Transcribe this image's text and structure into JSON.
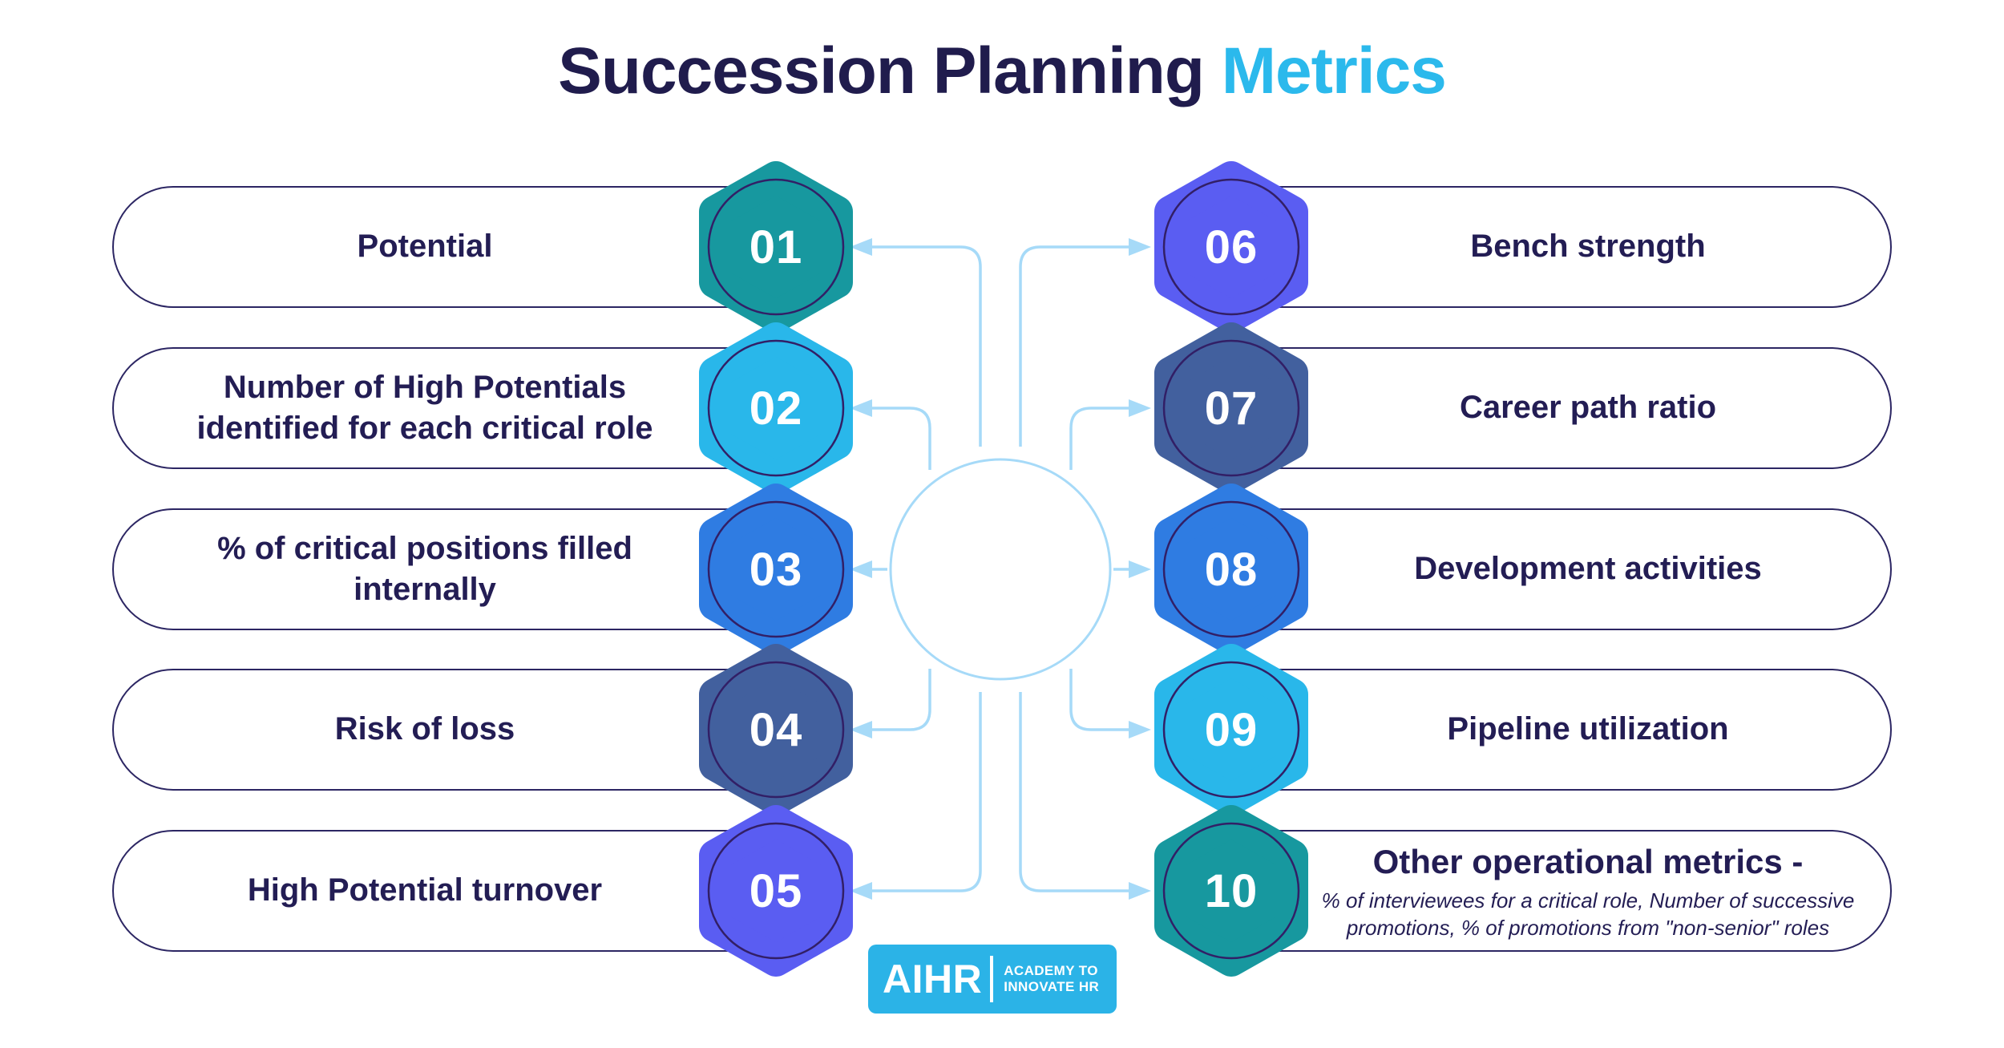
{
  "title": {
    "part1": "Succession Planning",
    "part2": "Metrics"
  },
  "items": [
    {
      "number": "01",
      "label": "Potential",
      "hex_color": "#17989F"
    },
    {
      "number": "02",
      "label": "Number of High Potentials identified for each critical role",
      "hex_color": "#29B7EA"
    },
    {
      "number": "03",
      "label": "% of critical positions filled internally",
      "hex_color": "#2F7CE2"
    },
    {
      "number": "04",
      "label": "Risk of loss",
      "hex_color": "#42609E"
    },
    {
      "number": "05",
      "label": "High Potential turnover",
      "hex_color": "#5A5DF2"
    },
    {
      "number": "06",
      "label": "Bench strength",
      "hex_color": "#5A5DF2"
    },
    {
      "number": "07",
      "label": "Career path ratio",
      "hex_color": "#42609E"
    },
    {
      "number": "08",
      "label": "Development activities",
      "hex_color": "#2F7CE2"
    },
    {
      "number": "09",
      "label": "Pipeline utilization",
      "hex_color": "#29B7EA"
    },
    {
      "number": "10",
      "label": "Other operational metrics -",
      "sub": "% of interviewees for a critical role, Number of successive promotions, % of promotions from \"non-senior\" roles",
      "hex_color": "#17989F"
    }
  ],
  "logo": {
    "brand": "AIHR",
    "tagline_line1": "ACADEMY TO",
    "tagline_line2": "INNOVATE HR"
  },
  "colors": {
    "title_navy": "#201C4D",
    "accent_cyan": "#2BB9EC",
    "text_navy": "#231D54",
    "pill_border": "#2C2663",
    "hex_ring": "#321F66",
    "connector": "#A6DAF8",
    "logo_bg": "#2BB3E7"
  }
}
